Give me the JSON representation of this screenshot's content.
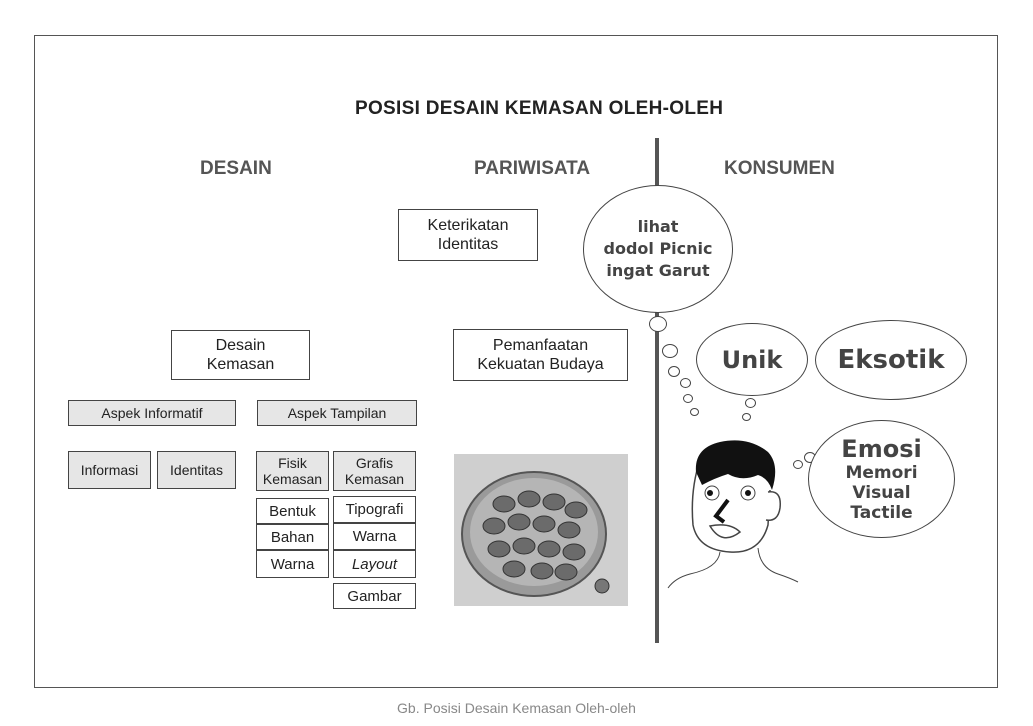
{
  "title": "POSISI DESAIN KEMASAN OLEH-OLEH",
  "headings": {
    "desain": "DESAIN",
    "pariwisata": "PARIWISATA",
    "konsumen": "KONSUMEN"
  },
  "boxes": {
    "keterikatan": [
      "Keterikatan",
      "Identitas"
    ],
    "desain_kemasan": [
      "Desain",
      "Kemasan"
    ],
    "pemanfaatan": [
      "Pemanfaatan",
      "Kekuatan Budaya"
    ],
    "aspek_informatif": "Aspek Informatif",
    "aspek_tampilan": "Aspek Tampilan",
    "informasi": "Informasi",
    "identitas": "Identitas",
    "fisik_kemasan": [
      "Fisik",
      "Kemasan"
    ],
    "grafis_kemasan": [
      "Grafis",
      "Kemasan"
    ]
  },
  "fisik_items": [
    "Bentuk",
    "Bahan",
    "Warna"
  ],
  "grafis_items": [
    "Tipografi",
    "Warna",
    "Layout",
    "Gambar"
  ],
  "bubbles": {
    "main": [
      "lihat",
      "dodol Picnic",
      "ingat Garut"
    ],
    "unik": "Unik",
    "eksotik": "Eksotik",
    "emosi": [
      "Emosi",
      "Memori",
      "Visual",
      "Tactile"
    ]
  },
  "caption": "Gb. Posisi Desain Kemasan Oleh-oleh"
}
